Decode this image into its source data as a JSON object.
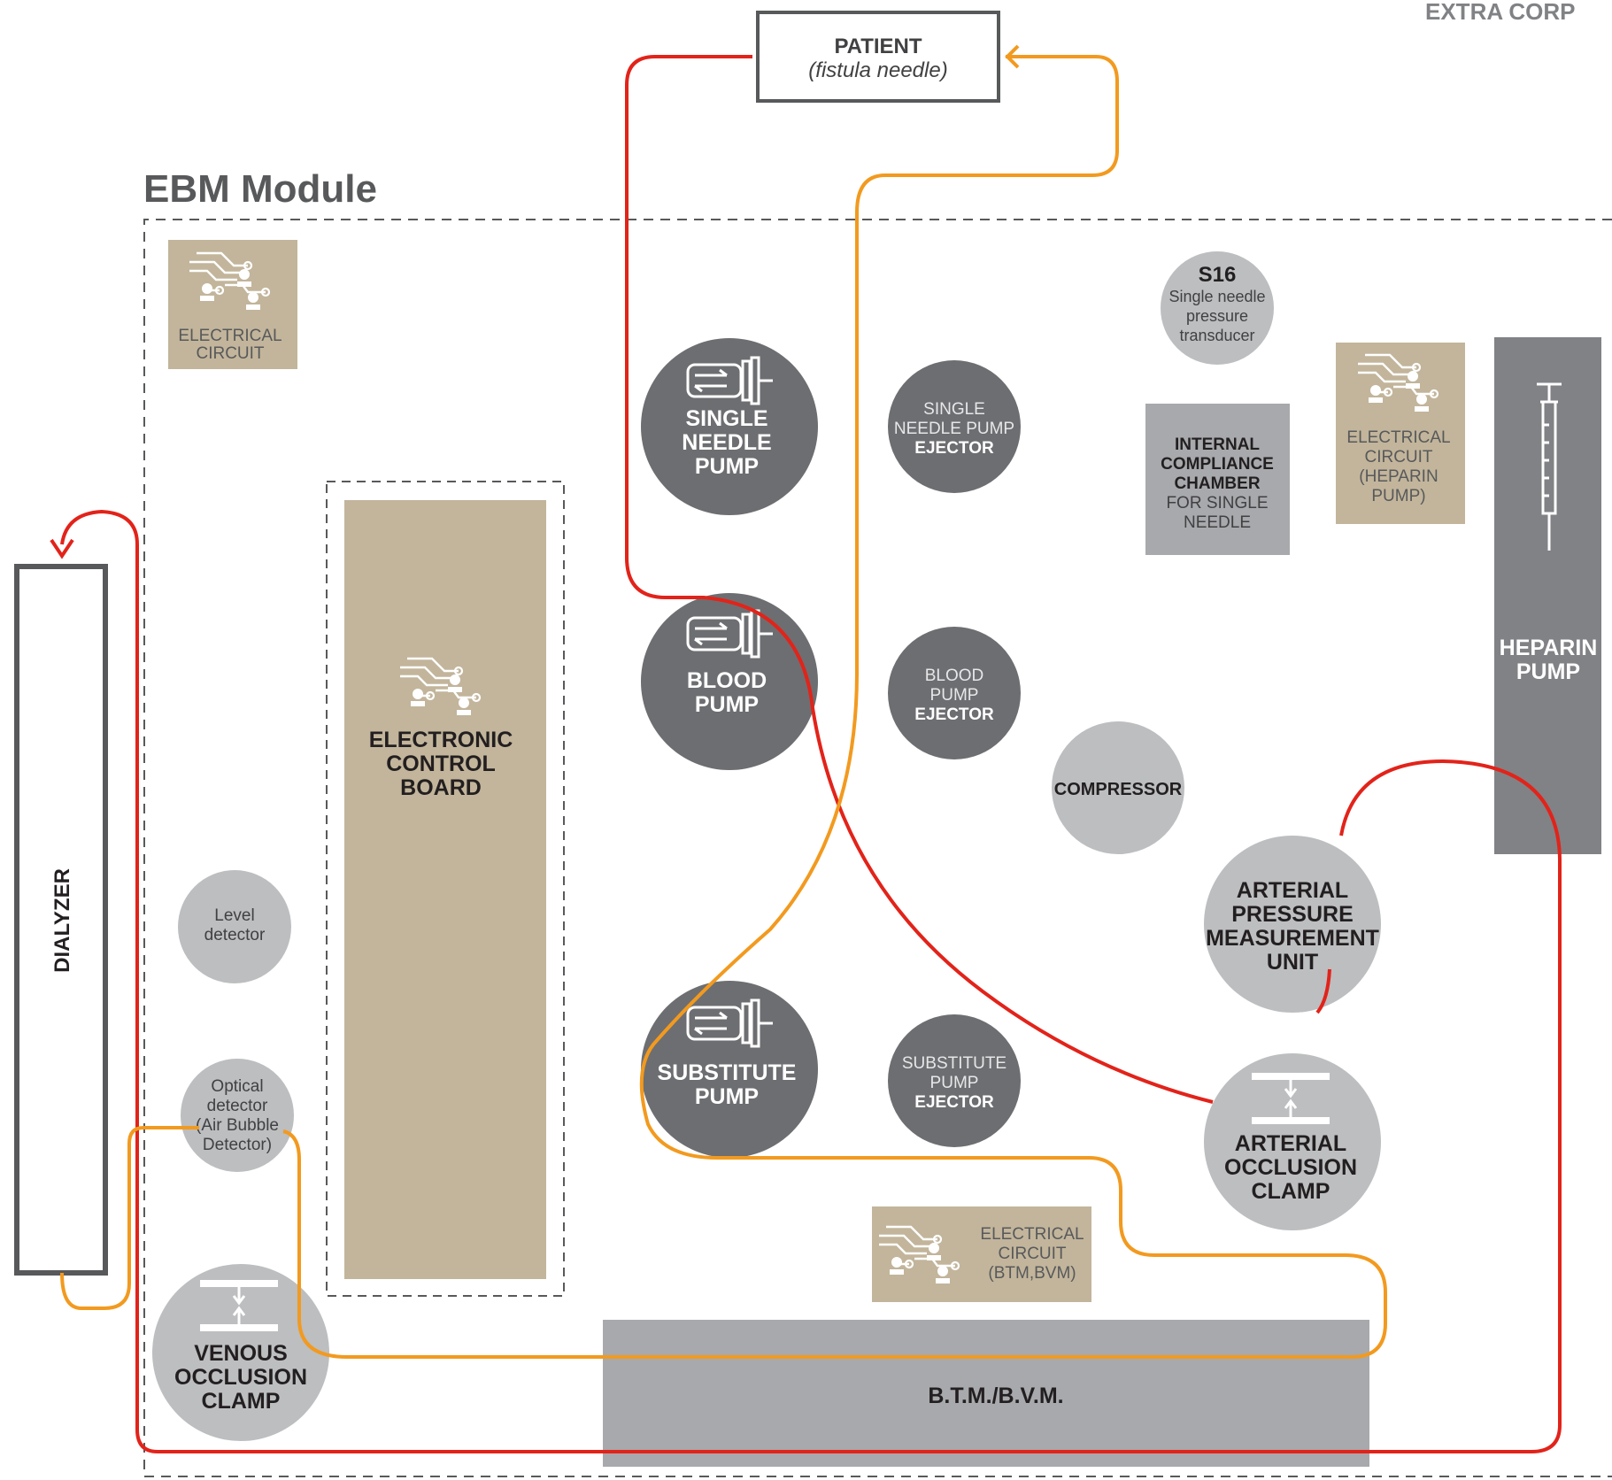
{
  "header_right": "EXTRA CORP",
  "module_title": "EBM Module",
  "patient": {
    "title": "PATIENT",
    "subtitle": "(fistula needle)"
  },
  "dialyzer": "DIALYZER",
  "electrical_circuit_top": [
    "ELECTRICAL",
    "CIRCUIT"
  ],
  "electrical_circuit_heparin": [
    "ELECTRICAL",
    "CIRCUIT",
    "(HEPARIN",
    "PUMP)"
  ],
  "electrical_circuit_btm": [
    "ELECTRICAL",
    "CIRCUIT",
    "(BTM,BVM)"
  ],
  "electronic_control_board": [
    "ELECTRONIC",
    "CONTROL",
    "BOARD"
  ],
  "single_needle_pump": [
    "SINGLE",
    "NEEDLE",
    "PUMP"
  ],
  "blood_pump": [
    "BLOOD",
    "PUMP"
  ],
  "substitute_pump": [
    "SUBSTITUTE",
    "PUMP"
  ],
  "single_needle_pump_ejector": [
    "SINGLE",
    "NEEDLE PUMP",
    "EJECTOR"
  ],
  "blood_pump_ejector": [
    "BLOOD",
    "PUMP",
    "EJECTOR"
  ],
  "substitute_pump_ejector": [
    "SUBSTITUTE",
    "PUMP",
    "EJECTOR"
  ],
  "s16": [
    "S16",
    "Single needle",
    "pressure",
    "transducer"
  ],
  "internal_compliance_chamber": [
    "INTERNAL",
    "COMPLIANCE",
    "CHAMBER",
    "FOR SINGLE",
    "NEEDLE"
  ],
  "heparin_pump": [
    "HEPARIN",
    "PUMP"
  ],
  "compressor": "COMPRESSOR",
  "arterial_pressure_unit": [
    "ARTERIAL",
    "PRESSURE",
    "MEASUREMENT",
    "UNIT"
  ],
  "arterial_occlusion_clamp": [
    "ARTERIAL",
    "OCCLUSION",
    "CLAMP"
  ],
  "venous_occlusion_clamp": [
    "VENOUS",
    "OCCLUSION",
    "CLAMP"
  ],
  "level_detector": [
    "Level",
    "detector"
  ],
  "optical_detector": [
    "Optical",
    "detector",
    "(Air Bubble",
    "Detector)"
  ],
  "btm_bvm": "B.T.M./B.V.M.",
  "colors": {
    "arterial_line": "#e2231a",
    "venous_line": "#f29a1f",
    "pump_dark": "#6d6e71",
    "component_light": "#bcbec0",
    "circuit_tan": "#c2b59b",
    "text_dark": "#231f20",
    "frame": "#58595b"
  }
}
